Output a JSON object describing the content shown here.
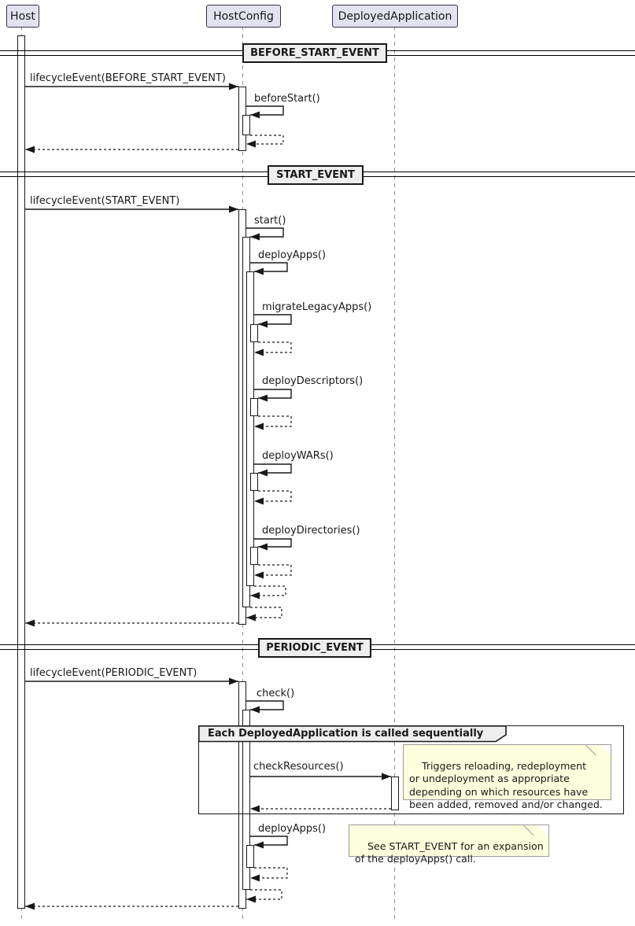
{
  "diagram": {
    "participants": [
      "Host",
      "HostConfig",
      "DeployedApplication"
    ],
    "dividers": [
      "BEFORE_START_EVENT",
      "START_EVENT",
      "PERIODIC_EVENT"
    ],
    "messages": {
      "lifecycle_before_start": "lifecycleEvent(BEFORE_START_EVENT)",
      "before_start": "beforeStart()",
      "lifecycle_start": "lifecycleEvent(START_EVENT)",
      "start": "start()",
      "deploy_apps": "deployApps()",
      "migrate_legacy_apps": "migrateLegacyApps()",
      "deploy_descriptors": "deployDescriptors()",
      "deploy_wars": "deployWARs()",
      "deploy_directories": "deployDirectories()",
      "lifecycle_periodic": "lifecycleEvent(PERIODIC_EVENT)",
      "check": "check()",
      "check_resources": "checkResources()",
      "deploy_apps_periodic": "deployApps()"
    },
    "group": {
      "label": "Each DeployedApplication is called sequentially"
    },
    "notes": {
      "check_resources": "Triggers reloading, redeployment\nor undeployment as appropriate\ndepending on which resources have\nbeen added, removed and/or changed.",
      "deploy_apps": "See START_EVENT for an expansion\nof the deployApps() call."
    },
    "colors": {
      "participant_fill": "#E2E2F0",
      "divider_fill": "#EEEEEE",
      "group_header_fill": "#EEEEEE",
      "note_fill": "#FEFFDD",
      "line": "#181818",
      "lifeline": "#909090"
    }
  }
}
